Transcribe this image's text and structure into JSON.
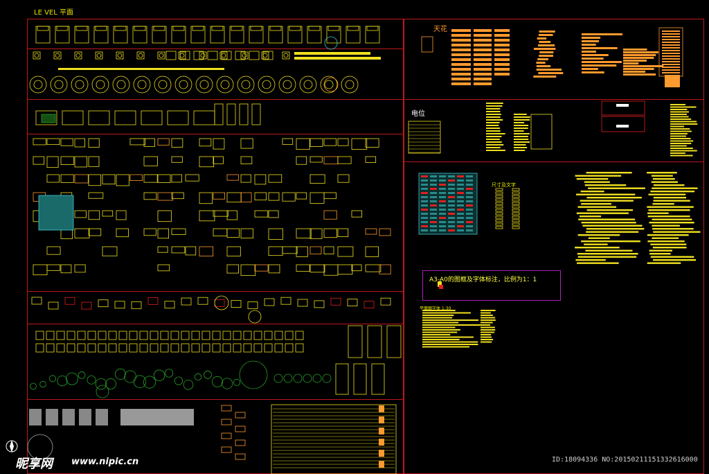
{
  "drawing": {
    "title": "LE VEL 平面",
    "sections": {
      "ceiling_label": "天花",
      "electrical_label": "电位",
      "dimension_label": "尺寸及文字",
      "note_text": "A3-A0的图框及字体标注，比例为1：1",
      "scale_label": "平面图字体 1:30"
    }
  },
  "watermark": {
    "brand": "昵享网",
    "url": "www.nipic.cn",
    "id_text": "ID:18094336 NO:20150211151332616000"
  },
  "colors": {
    "background": "#000000",
    "frame": "#c0181c",
    "primary_lines": "#f0e020",
    "accent_orange": "#ff9a2e",
    "accent_green": "#2aa02a",
    "accent_cyan": "#40c8d8",
    "note_border": "#b020c0"
  },
  "icons": [
    "north-arrow-icon"
  ]
}
